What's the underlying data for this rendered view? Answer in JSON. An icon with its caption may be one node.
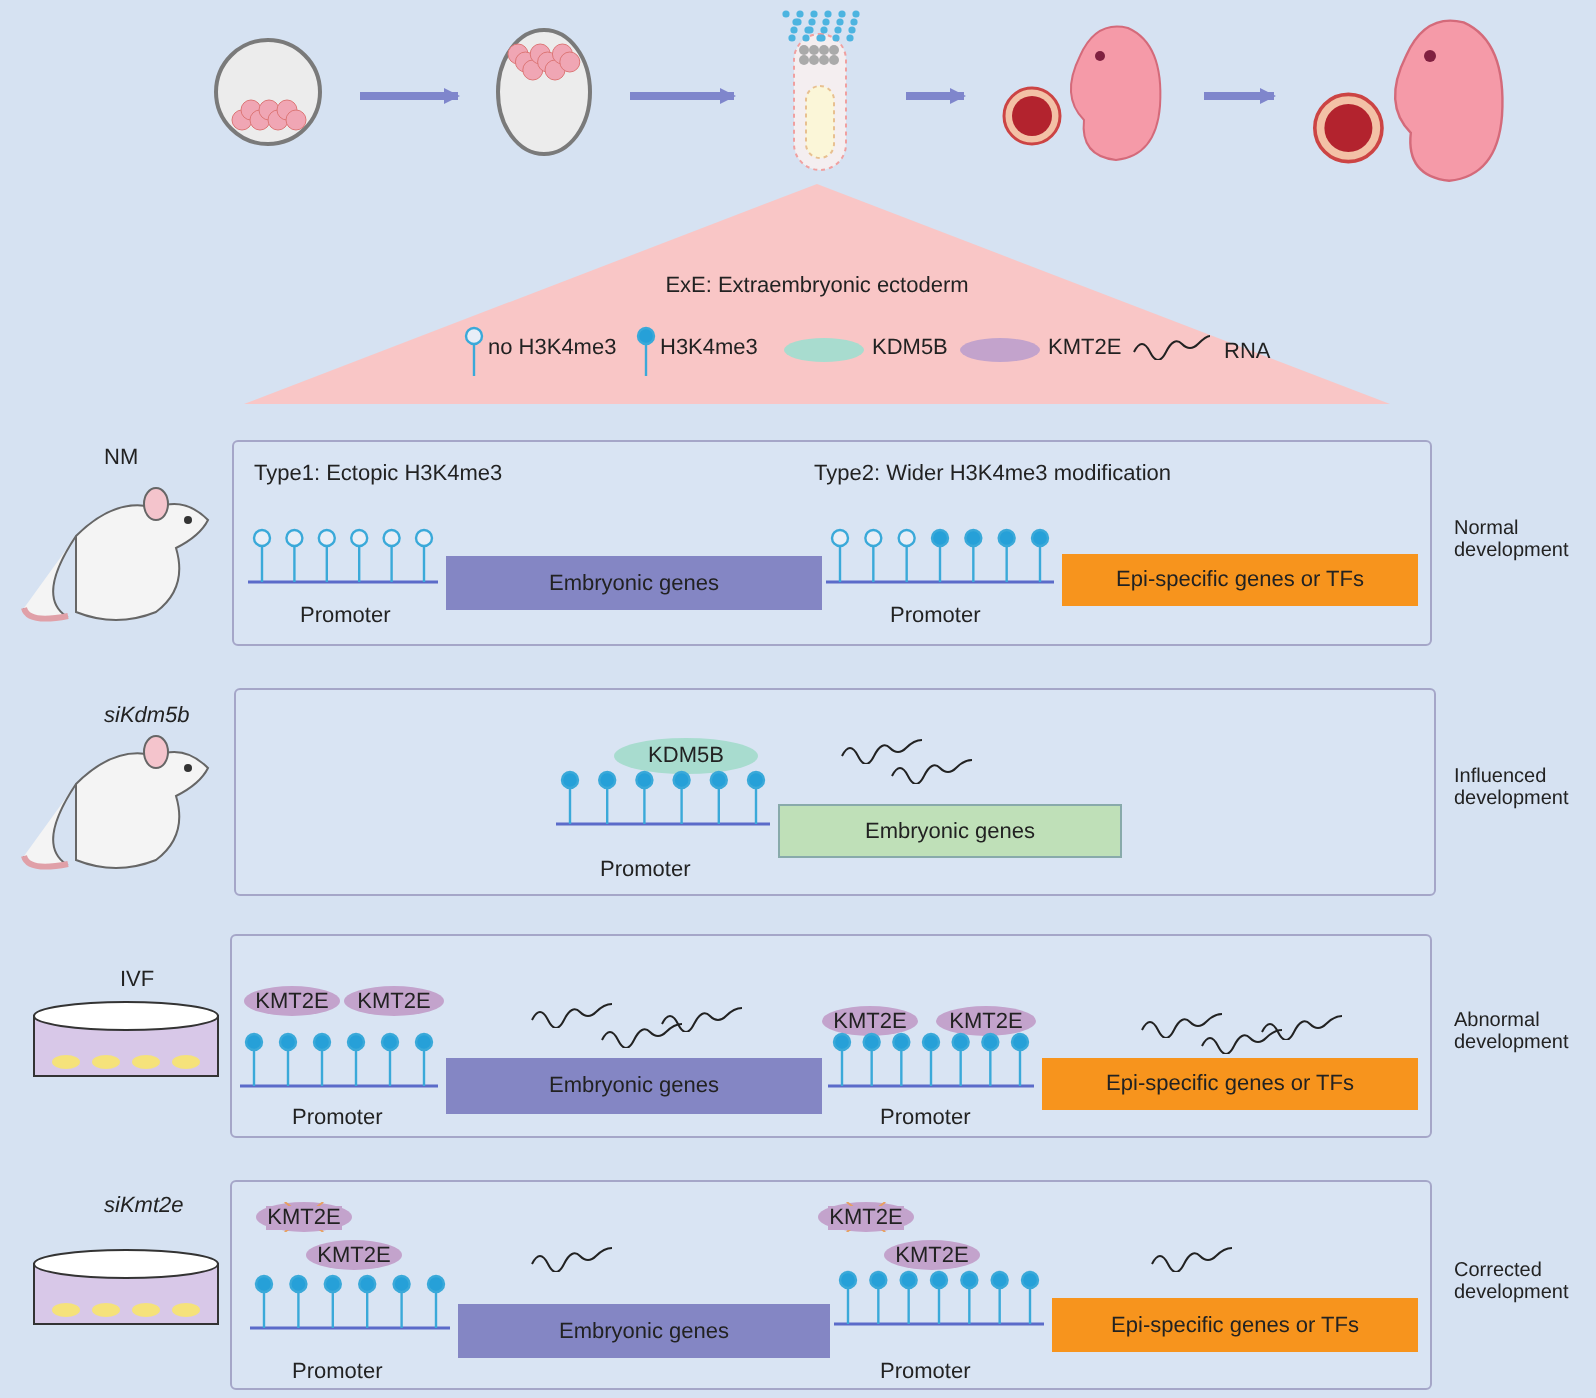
{
  "diagram": {
    "nodes": [
      {
        "text": [],
        "shape": "picture"
      },
      {
        "text": [],
        "shape": "picture"
      },
      {
        "text": [],
        "shape": "picture"
      },
      {
        "text": [],
        "shape": "picture"
      },
      {
        "text": [],
        "shape": "picture"
      },
      {
        "text": [
          "ExE: Extraembryonic ectoderm"
        ]
      },
      {
        "text": [
          "Type1: Ectopic H3K4me3",
          "Type2: Wider H3K4me3 modification"
        ]
      },
      {
        "text": [
          "Embryonic genes"
        ],
        "in": 6
      },
      {
        "text": [
          "Epi-specific genes or TFs"
        ],
        "in": 6
      },
      {
        "text": [],
        "shape": "box"
      },
      {
        "text": [
          "KDM5B"
        ],
        "in": 9
      },
      {
        "text": [
          "Embryonic genes"
        ],
        "in": 9
      },
      {
        "text": [],
        "shape": "box"
      },
      {
        "text": [
          "KMT2E"
        ],
        "in": 12
      },
      {
        "text": [
          "KMT2E"
        ],
        "in": 12
      },
      {
        "text": [
          "Embryonic genes"
        ],
        "in": 12
      },
      {
        "text": [
          "KMT2E"
        ],
        "in": 12
      },
      {
        "text": [
          "KMT2E"
        ],
        "in": 12
      },
      {
        "text": [
          "Epi-specific genes or TFs"
        ],
        "in": 12
      },
      {
        "text": [],
        "shape": "box"
      },
      {
        "text": [
          "KMT2E"
        ],
        "in": 19
      },
      {
        "text": [
          "KMT2E"
        ],
        "in": 19
      },
      {
        "text": [
          "Embryonic genes"
        ],
        "in": 19
      },
      {
        "text": [
          "KMT2E"
        ],
        "in": 19
      },
      {
        "text": [
          "KMT2E"
        ],
        "in": 19
      },
      {
        "text": [
          "Epi-specific genes or TFs"
        ],
        "in": 19
      }
    ],
    "edges": [
      {
        "from": 0,
        "to": 1,
        "arrow": "to"
      },
      {
        "from": 1,
        "to": 2,
        "arrow": "to"
      },
      {
        "from": 2,
        "to": 3,
        "arrow": "to"
      },
      {
        "from": 3,
        "to": 4,
        "arrow": "to"
      }
    ],
    "labels": [
      "NM",
      "Promoter",
      "Promoter",
      "Normal development",
      "siKdm5b",
      "Promoter",
      "Influenced development",
      "IVF",
      "Promoter",
      "Promoter",
      "Abnormal development",
      "siKmt2e",
      "Promoter",
      "Promoter",
      "Corrected development"
    ],
    "legend": [
      {
        "text": "no H3K4me3"
      },
      {
        "text": "H3K4me3"
      },
      {
        "text": "KDM5B",
        "color": "#a8dccf"
      },
      {
        "text": "KMT2E",
        "color": "#c3a3cc"
      },
      {
        "text": "RNA"
      }
    ]
  }
}
